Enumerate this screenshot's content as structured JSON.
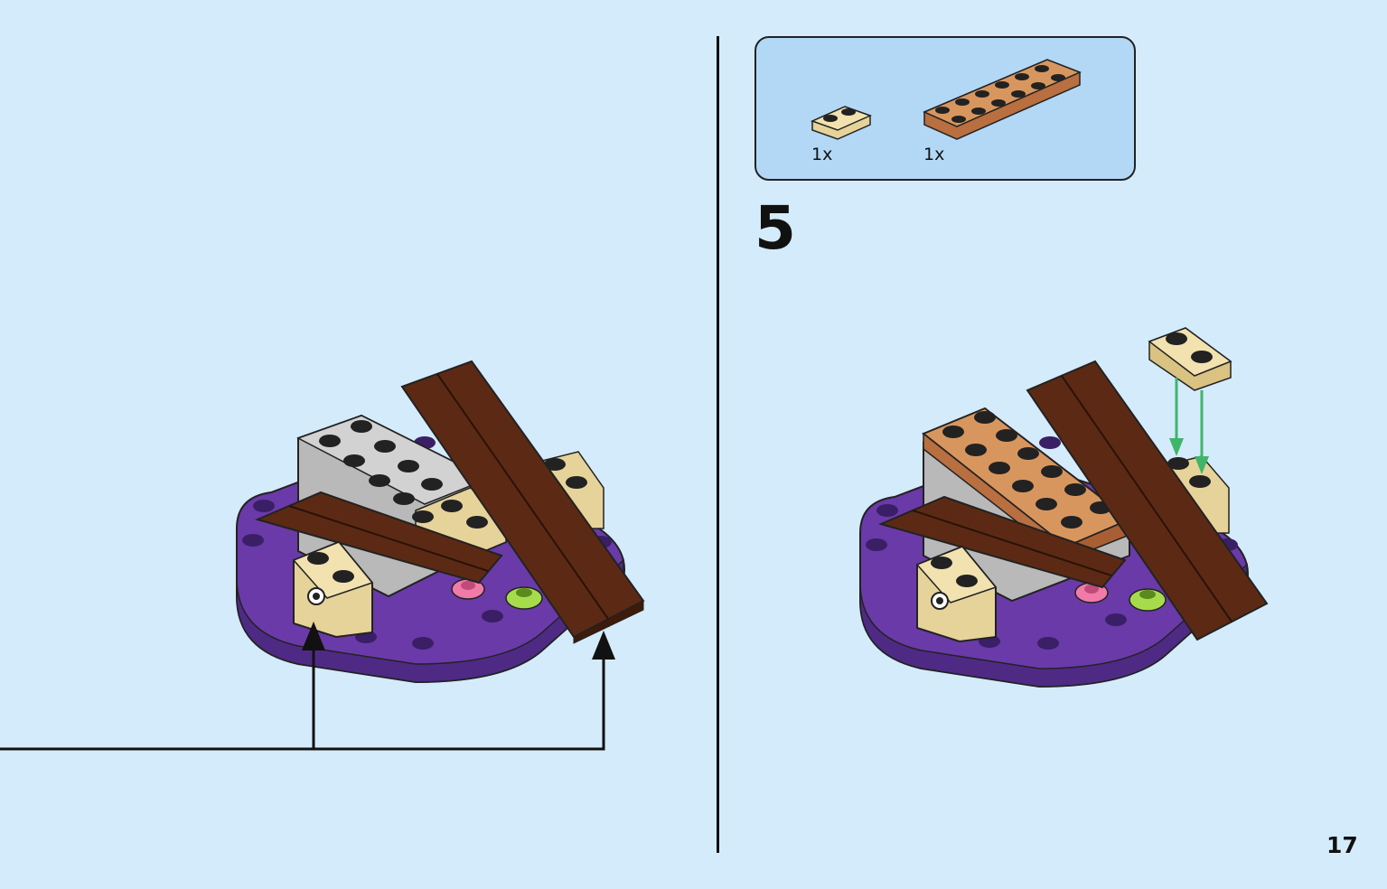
{
  "parts_callout": {
    "items": [
      {
        "name": "tan-plate-1x2",
        "quantity": "1x",
        "color": "#e6d39a"
      },
      {
        "name": "nougat-plate-2x6",
        "quantity": "1x",
        "color": "#cf8a5b"
      }
    ]
  },
  "step": {
    "number": "5"
  },
  "page": {
    "number": "17"
  },
  "colors": {
    "background": "#d4ebfb",
    "callout_background": "#b3d8f5",
    "purple_base": "#6a3aa8",
    "dark_brown": "#5c2a14",
    "light_grey": "#b9b9b9",
    "tan": "#e6d39a",
    "nougat": "#cf8a5b",
    "bright_pink": "#f07aa8",
    "lime": "#a6dc4c",
    "arrow_green": "#3fb56a"
  }
}
